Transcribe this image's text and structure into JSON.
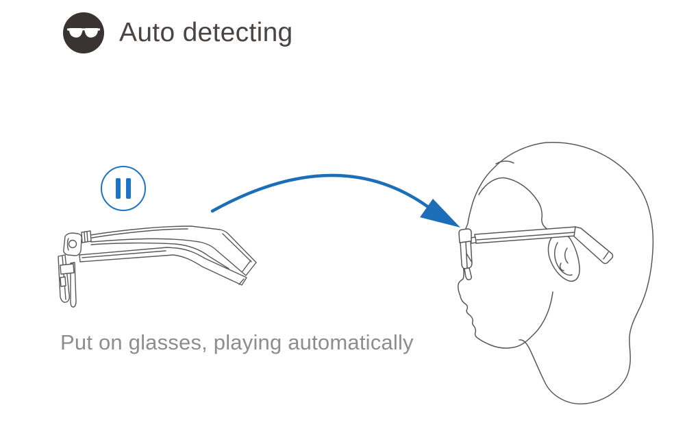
{
  "header": {
    "icon": "sunglasses-icon",
    "title": "Auto detecting"
  },
  "illustration": {
    "status_icon": "pause-icon",
    "figures": [
      "folded-smart-glasses-drawing",
      "curved-arrow",
      "head-profile-wearing-glasses-drawing"
    ]
  },
  "caption": {
    "text": "Put on glasses, playing automatically"
  },
  "colors": {
    "accent_blue": "#1d6eb8",
    "pause_blue": "#1c74c8",
    "title_text": "#4a4543",
    "caption_text": "#8d8d8d",
    "line_art": "#55575b",
    "icon_circle_bg": "#393331"
  }
}
